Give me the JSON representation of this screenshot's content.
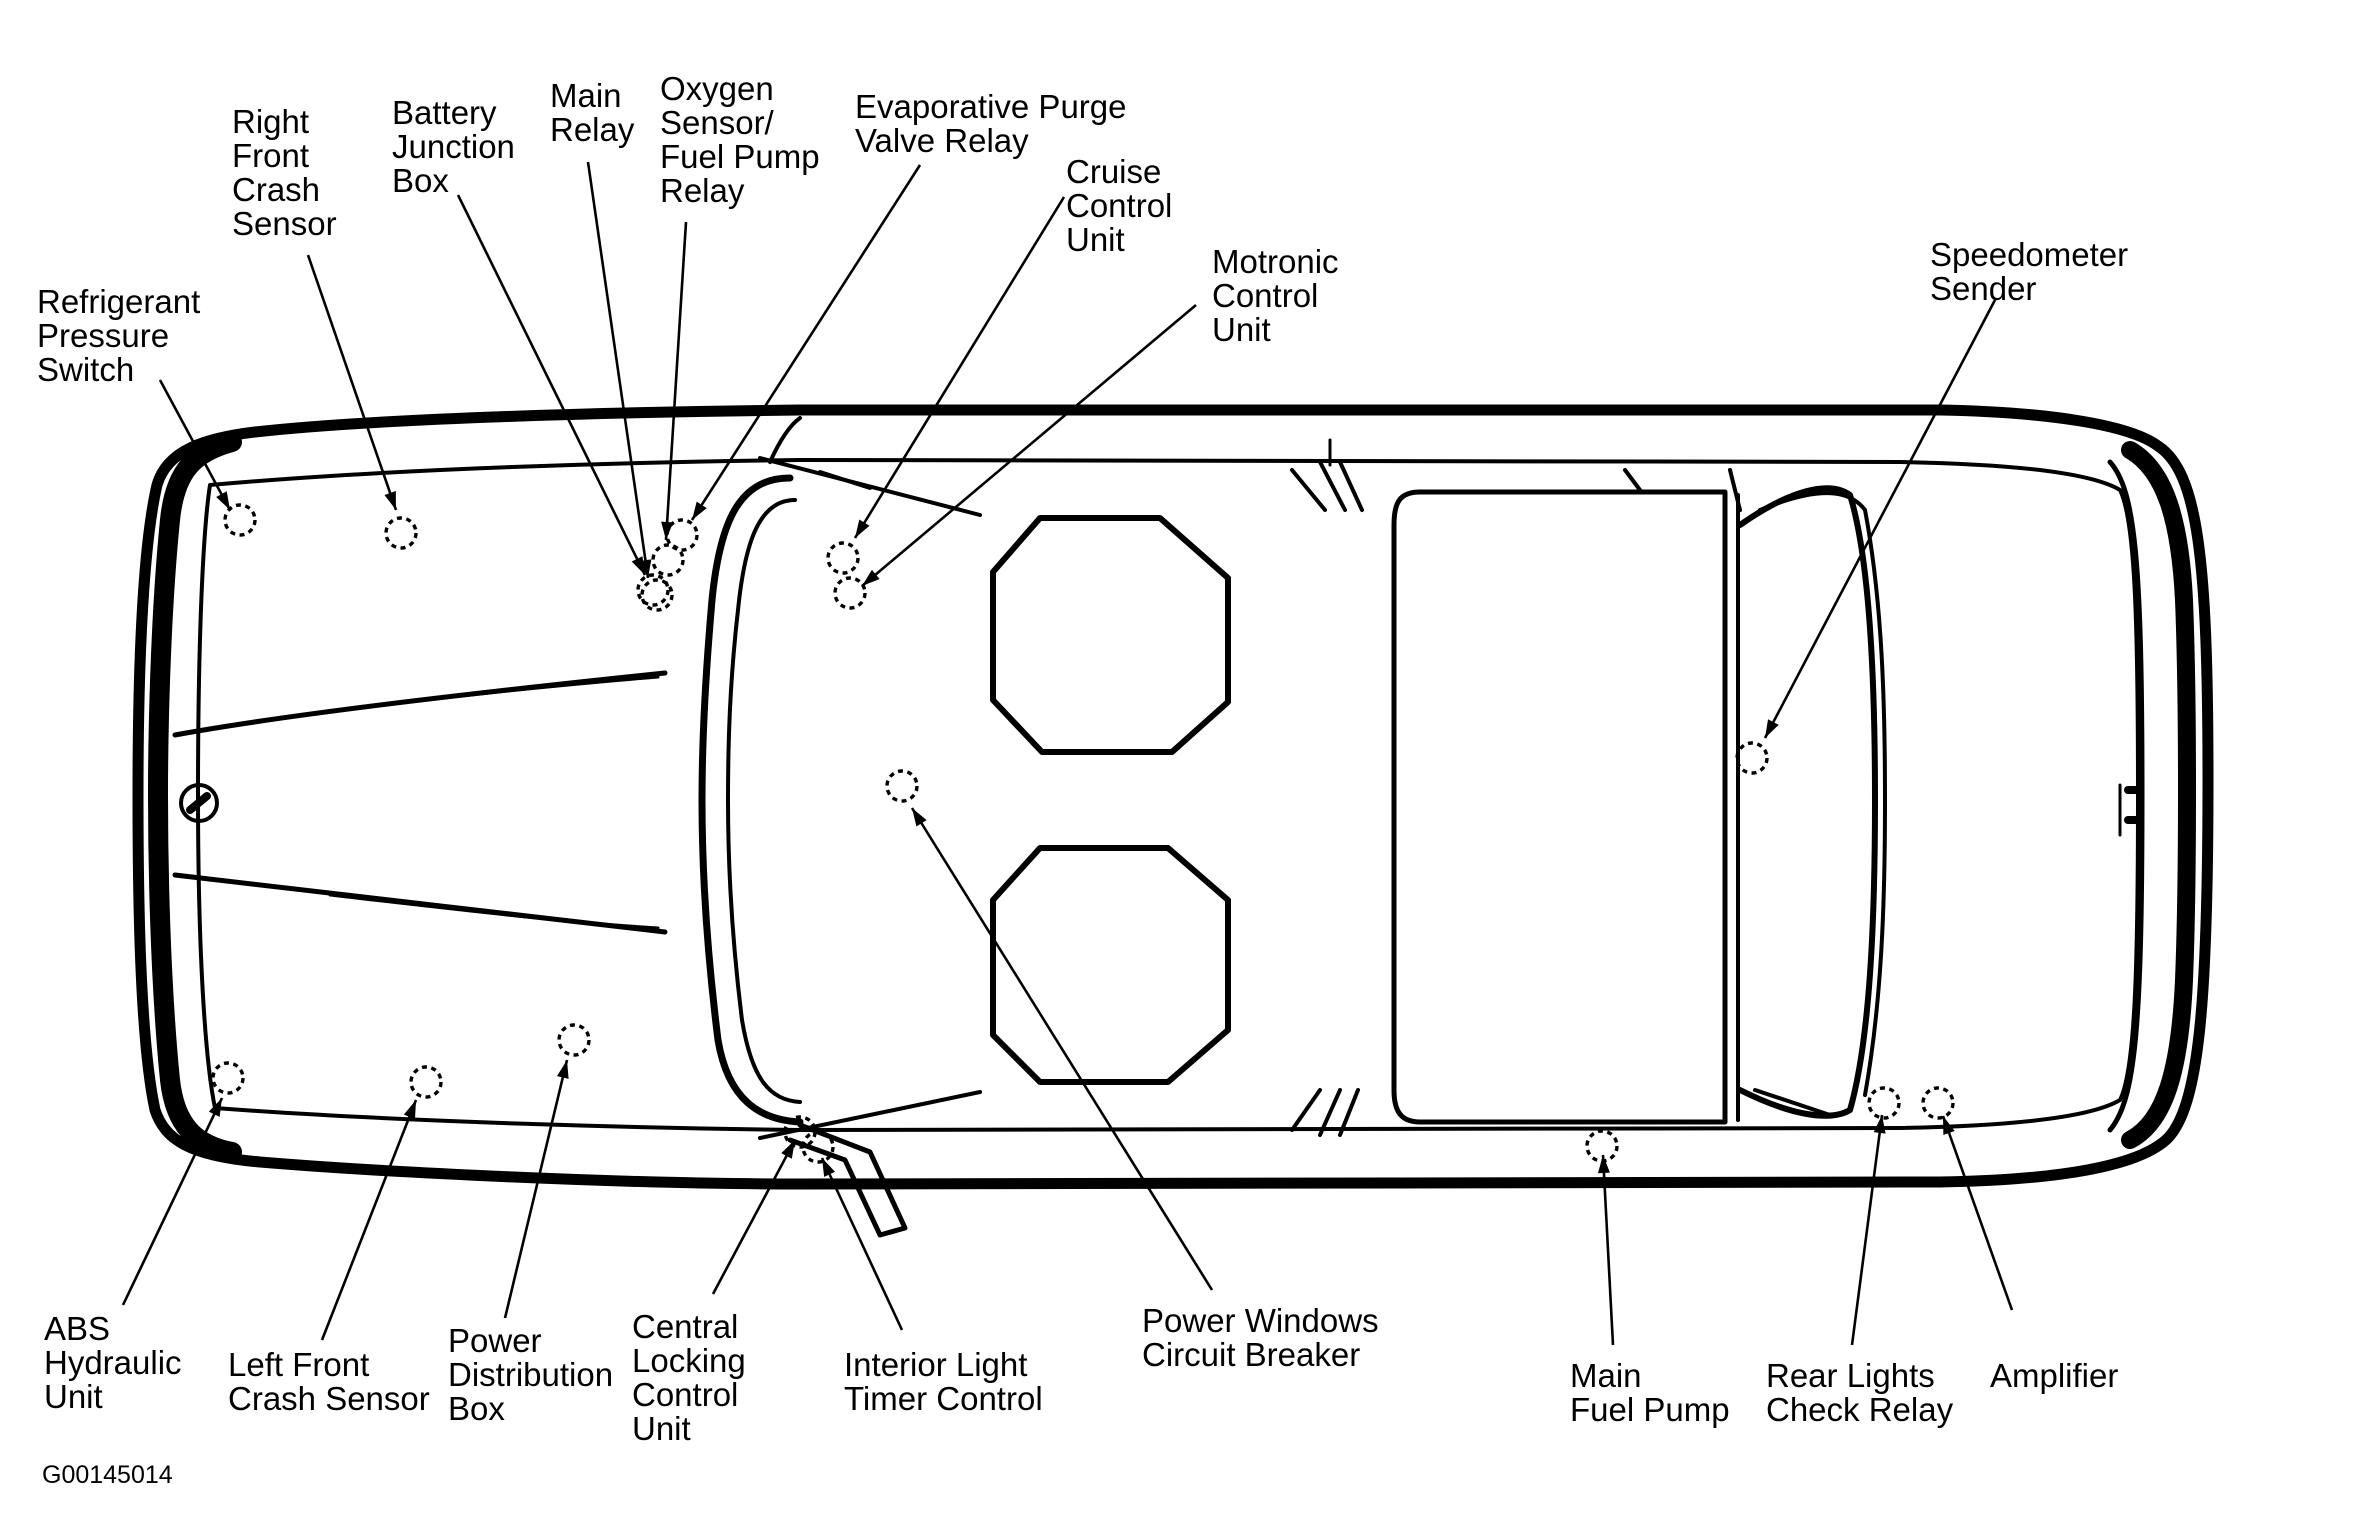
{
  "figure_id": "G00145014",
  "components": [
    {
      "key": "refrigerant_pressure_switch",
      "lines": [
        "Refrigerant",
        "Pressure",
        "Switch"
      ]
    },
    {
      "key": "right_front_crash_sensor",
      "lines": [
        "Right",
        "Front",
        "Crash",
        "Sensor"
      ]
    },
    {
      "key": "battery_junction_box",
      "lines": [
        "Battery",
        "Junction",
        "Box"
      ]
    },
    {
      "key": "main_relay",
      "lines": [
        "Main",
        "Relay"
      ]
    },
    {
      "key": "oxygen_sensor_fuel_pump_relay",
      "lines": [
        "Oxygen",
        "Sensor/",
        "Fuel Pump",
        "Relay"
      ]
    },
    {
      "key": "evaporative_purge_valve_relay",
      "lines": [
        "Evaporative Purge",
        "Valve Relay"
      ]
    },
    {
      "key": "cruise_control_unit",
      "lines": [
        "Cruise",
        "Control",
        "Unit"
      ]
    },
    {
      "key": "motronic_control_unit",
      "lines": [
        "Motronic",
        "Control",
        "Unit"
      ]
    },
    {
      "key": "speedometer_sender",
      "lines": [
        "Speedometer",
        "Sender"
      ]
    },
    {
      "key": "abs_hydraulic_unit",
      "lines": [
        "ABS",
        "Hydraulic",
        "Unit"
      ]
    },
    {
      "key": "left_front_crash_sensor",
      "lines": [
        "Left Front",
        "Crash Sensor"
      ]
    },
    {
      "key": "power_distribution_box",
      "lines": [
        "Power",
        "Distribution",
        "Box"
      ]
    },
    {
      "key": "central_locking_control_unit",
      "lines": [
        "Central",
        "Locking",
        "Control",
        "Unit"
      ]
    },
    {
      "key": "interior_light_timer_control",
      "lines": [
        "Interior Light",
        "Timer Control"
      ]
    },
    {
      "key": "power_windows_circuit_breaker",
      "lines": [
        "Power Windows",
        "Circuit Breaker"
      ]
    },
    {
      "key": "main_fuel_pump",
      "lines": [
        "Main",
        "Fuel Pump"
      ]
    },
    {
      "key": "rear_lights_check_relay",
      "lines": [
        "Rear Lights",
        "Check Relay"
      ]
    },
    {
      "key": "amplifier",
      "lines": [
        "Amplifier"
      ]
    }
  ]
}
